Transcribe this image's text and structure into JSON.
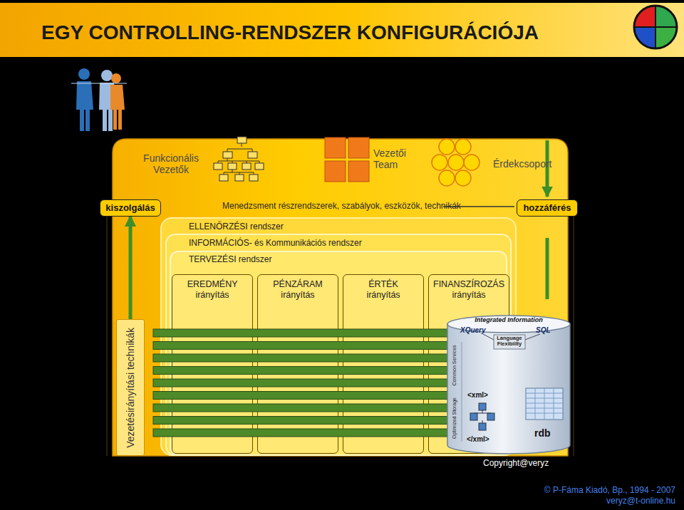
{
  "diagram": {
    "title": "EGY CONTROLLING-RENDSZER KONFIGURÁCIÓJA",
    "nodes": [
      {
        "text": [
          "kiszolgálás"
        ]
      },
      {
        "text": [
          "hozzáférés"
        ]
      },
      {
        "text": [
          "ELLENŐRZÉSI rendszer"
        ]
      },
      {
        "text": [
          "INFORMÁCIÓS- és Kommunikációs rendszer"
        ],
        "in": 2
      },
      {
        "text": [
          "TERVEZÉSI rendszer"
        ],
        "in": 3
      },
      {
        "text": [
          "EREDMÉNY irányítás"
        ],
        "in": 4
      },
      {
        "text": [
          "PÉNZÁRAM irányítás"
        ],
        "in": 4
      },
      {
        "text": [
          "ÉRTÉK irányítás"
        ],
        "in": 4
      },
      {
        "text": [
          "FINANSZÍROZÁS irányítás"
        ],
        "in": 4
      },
      {
        "text": [
          "Vezetésirányítási technikák"
        ]
      }
    ],
    "edges": [
      {
        "from": 9,
        "to": 0,
        "arrow": "to"
      }
    ],
    "labels": [
      "Funkcionális Vezetők",
      "Vezetői Team",
      "Érdekcsoport",
      "Menedzsment részrendszerek, szabályok, eszközök, technikák",
      "Integrated Information",
      "XQuery",
      "SQL",
      "Language Flexibility",
      "Common Services",
      "<xml>",
      "Optimized Storage",
      "</xml>",
      "rdb",
      "Copyright@veryz",
      "© P-Fáma Kiadó, Bp., 1994 - 2007",
      "veryz@t-online.hu"
    ]
  }
}
